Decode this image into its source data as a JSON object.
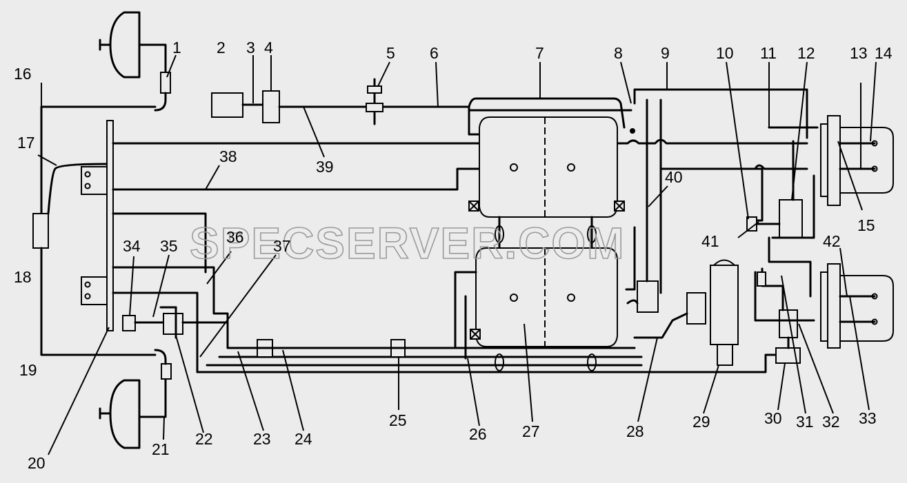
{
  "diagram": {
    "labels": [
      "1",
      "2",
      "3",
      "4",
      "5",
      "6",
      "7",
      "8",
      "9",
      "10",
      "11",
      "12",
      "13",
      "14",
      "15",
      "16",
      "17",
      "18",
      "19",
      "20",
      "21",
      "22",
      "23",
      "24",
      "25",
      "26",
      "27",
      "28",
      "29",
      "30",
      "31",
      "32",
      "33",
      "34",
      "35",
      "36",
      "37",
      "38",
      "39",
      "40",
      "41",
      "42"
    ]
  },
  "watermark": "SPECSERVER.COM"
}
